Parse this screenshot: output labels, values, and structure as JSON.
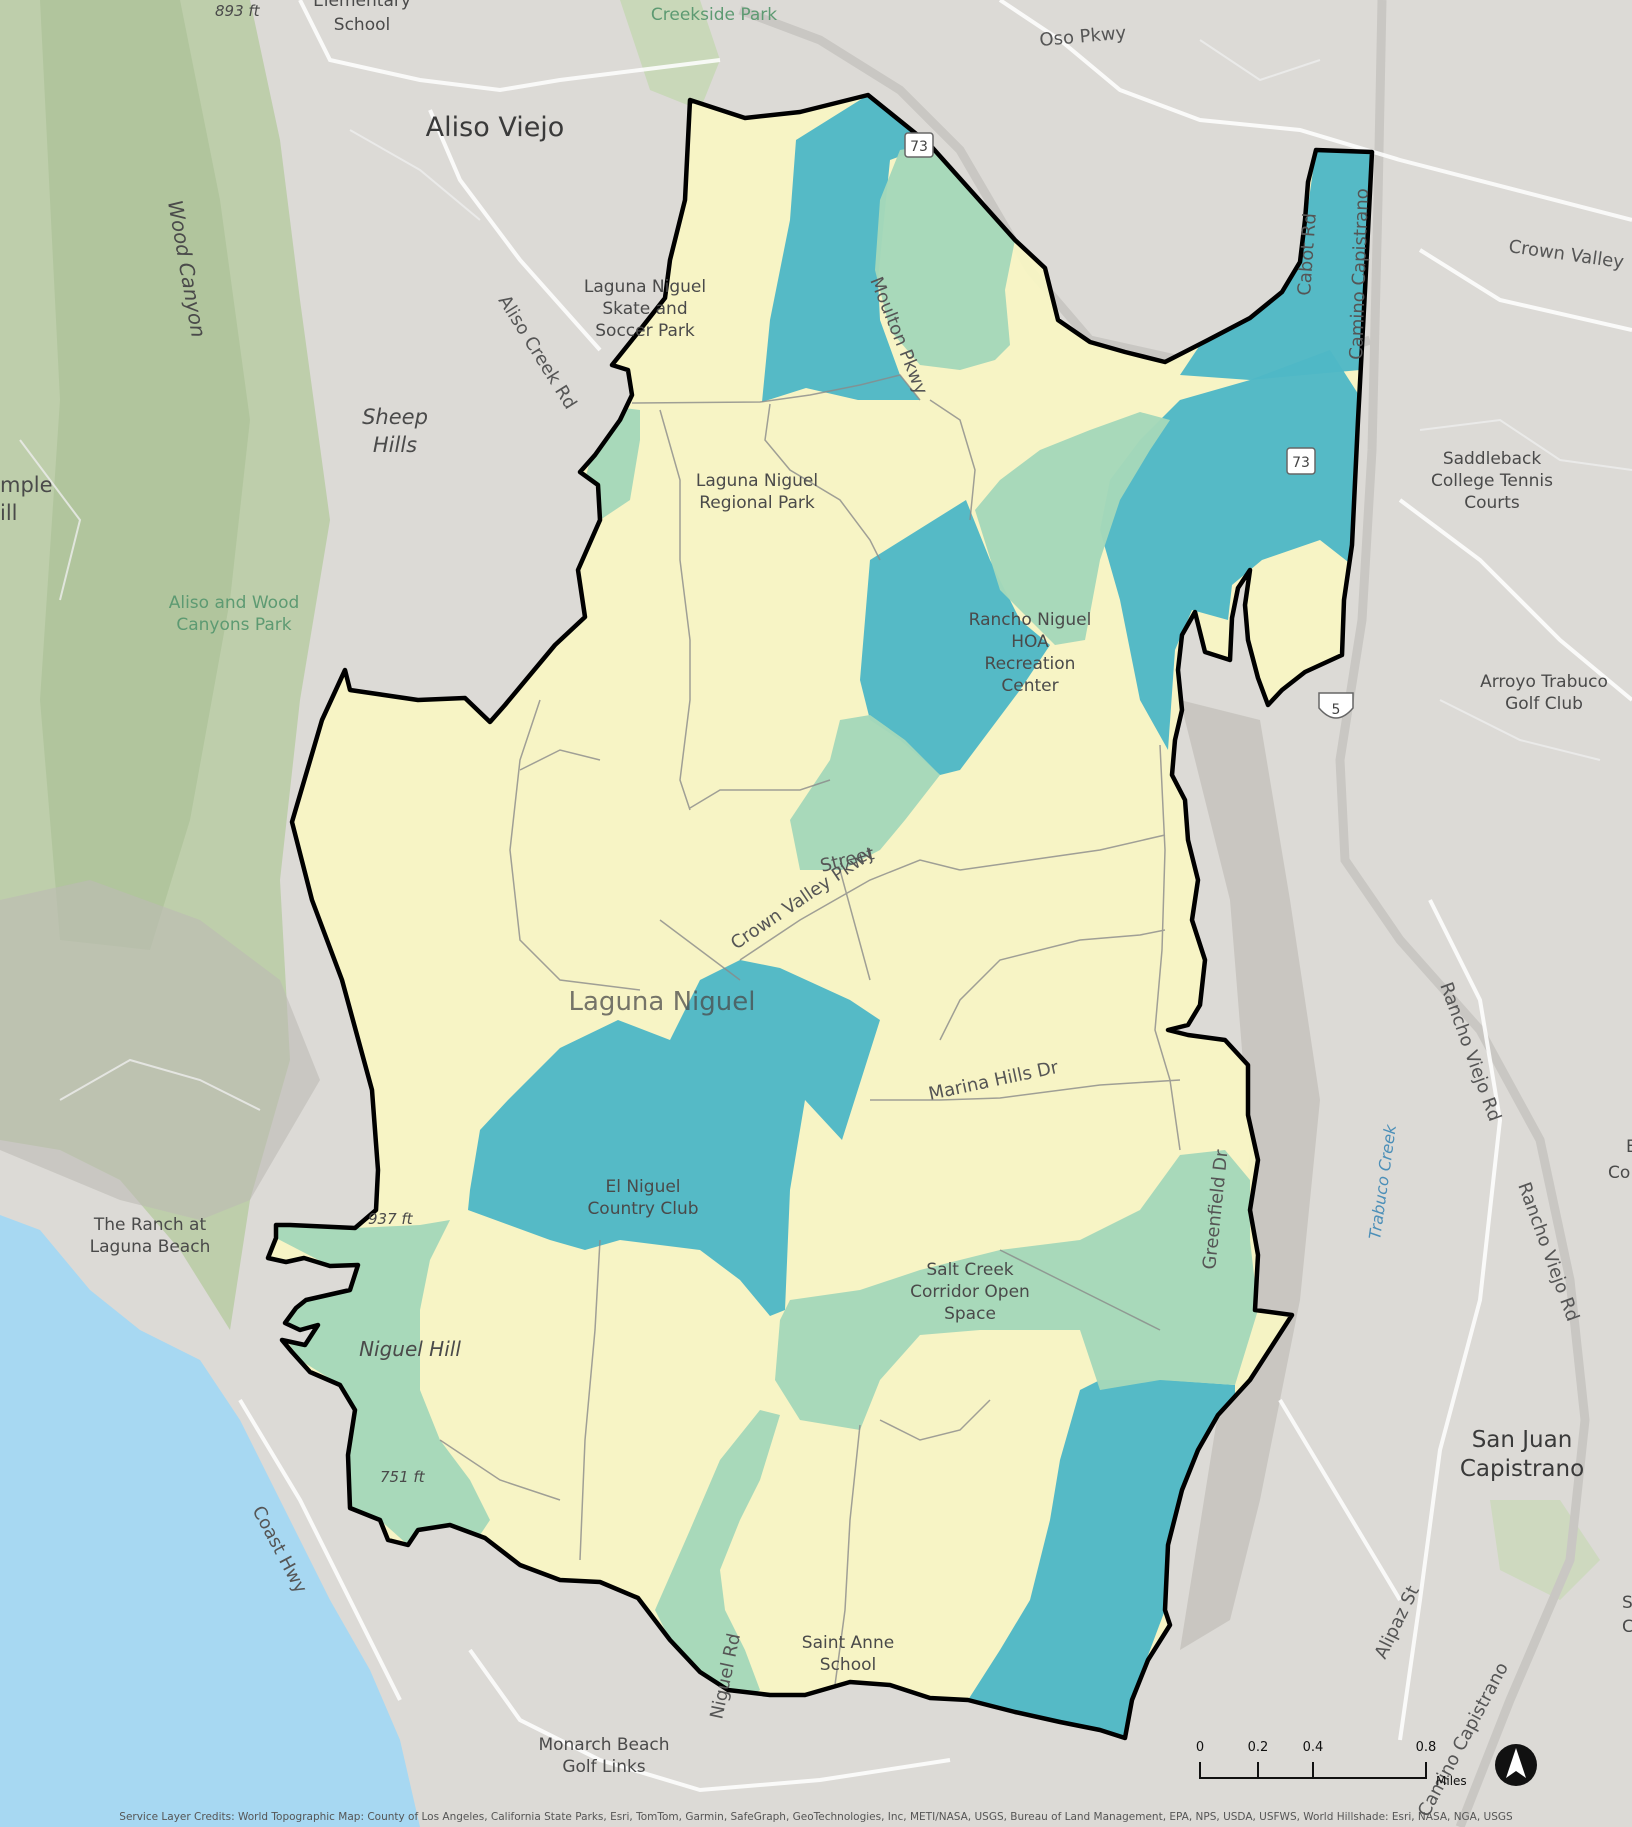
{
  "map": {
    "places": {
      "aliso_viejo": "Aliso Viejo",
      "laguna_niguel": "Laguna Niguel",
      "san_juan_capistrano": [
        "San Juan",
        "Capistrano"
      ],
      "the_ranch": [
        "The Ranch at",
        "Laguna Beach"
      ],
      "elementary": [
        "Elementary",
        "School"
      ],
      "saddleback": [
        "Saddleback",
        "College Tennis",
        "Courts"
      ],
      "arroyo_trabuco": [
        "Arroyo Trabuco",
        "Golf Club"
      ],
      "skate_park": [
        "Laguna Niguel",
        "Skate and",
        "Soccer Park"
      ],
      "regional_park": [
        "Laguna Niguel",
        "Regional Park"
      ],
      "rancho_niguel": [
        "Rancho Niguel",
        "HOA",
        "Recreation",
        "Center"
      ],
      "el_niguel": [
        "El Niguel",
        "Country Club"
      ],
      "salt_creek": [
        "Salt Creek",
        "Corridor Open",
        "Space"
      ],
      "saint_anne": [
        "Saint Anne",
        "School"
      ],
      "monarch_beach": [
        "Monarch Beach",
        "Golf Links"
      ],
      "aliso_wood": [
        "Aliso and Wood",
        "Canyons Park"
      ],
      "creekside": "Creekside Park",
      "temple_hill": [
        "mple",
        "ill"
      ]
    },
    "terrain": {
      "wood_canyon": "Wood Canyon",
      "sheep_hills": [
        "Sheep",
        "Hills"
      ],
      "niguel_hill": "Niguel Hill"
    },
    "elevations": {
      "e893": "893 ft",
      "e937": "937 ft",
      "e751": "751 ft"
    },
    "roads": {
      "oso_pkwy": "Oso Pkwy",
      "crown_valley": "Crown Valley",
      "aliso_creek_rd": "Aliso Creek Rd",
      "coast_hwy": "Coast Hwy",
      "rancho_viejo_1": "Rancho Viejo Rd",
      "rancho_viejo_2": "Rancho Viejo Rd",
      "alipaz": "Alipaz St",
      "camino_capistrano_n": "Camino Capistrano",
      "camino_capistrano_s": "Camino Capistrano",
      "cabot_rd": "Cabot Rd",
      "trabuco_creek": "Trabuco Creek",
      "marina_hills": "Marina Hills Dr",
      "niguel_rd": "Niguel Rd",
      "crown_valley_inner": "Crown Valley Pkwy",
      "moulton": "Moulton Pkwy",
      "greenfield": "Greenfield Dr",
      "street_a": "Street"
    },
    "shields": {
      "sr73_north": "73",
      "sr73_east": "73",
      "i5": "5"
    },
    "edge_fragments": {
      "right_e": "E",
      "right_co": "Co",
      "right_s": "S",
      "right_c": "C"
    },
    "colors": {
      "class_low": "#f8f6c4",
      "class_mid": "#a5d8ba",
      "class_high": "#4fb8c6",
      "boundary": "#000000",
      "ocean": "#a7d8f2",
      "park_green": "#b9cba3"
    }
  },
  "scalebar": {
    "ticks": [
      "0",
      "0.2",
      "0.4",
      "0.8"
    ],
    "units": "Miles"
  },
  "credits": "Service Layer Credits: World Topographic Map: County of Los Angeles, California State Parks, Esri, TomTom, Garmin, SafeGraph, GeoTechnologies, Inc, METI/NASA, USGS, Bureau of Land Management, EPA, NPS, USDA, USFWS, World Hillshade: Esri, NASA, NGA, USGS"
}
